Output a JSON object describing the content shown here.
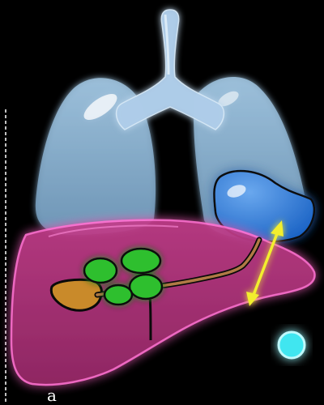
{
  "figure": {
    "panel_label": "a"
  },
  "colors": {
    "background": "#000000",
    "trachea": "#a9c9e6",
    "lungs": "#7fa9c9",
    "stomach": "#1f6fd0",
    "liver": "#b0337a",
    "liver_glow": "#ff5fc8",
    "lymph_nodes": "#2fbf2f",
    "gallbladder": "#c98a2a",
    "bile_duct": "#b07a45",
    "arrow": "#f2ee2e",
    "cyan_marker": "#3fe6f0",
    "dashed_line": "#ffffff"
  },
  "icons": {
    "double_arrow": "double-headed-arrow",
    "marker": "cyan-circle-marker"
  }
}
